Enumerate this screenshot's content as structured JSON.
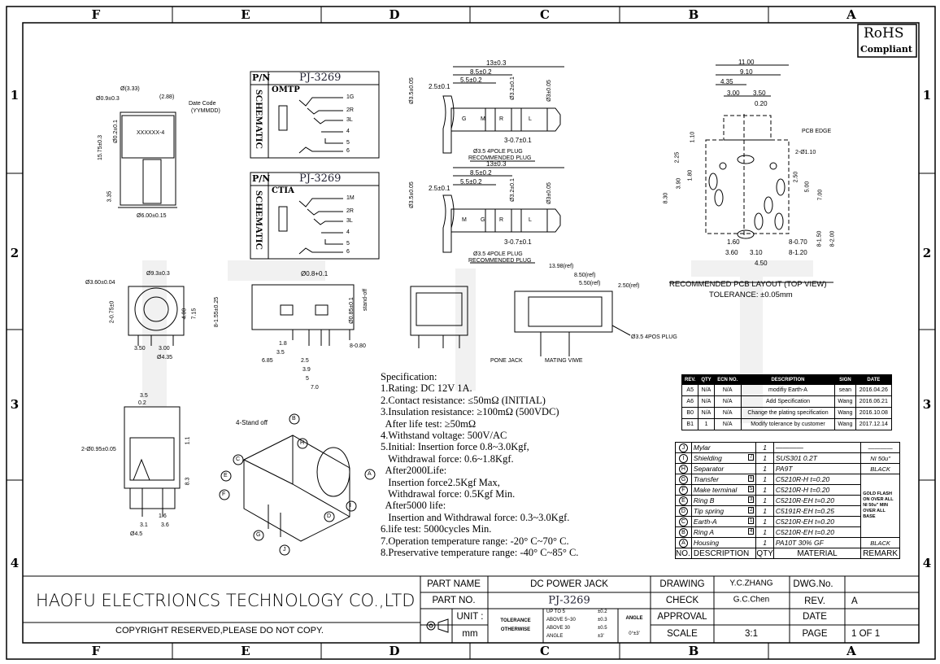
{
  "watermark": "皓富电子",
  "grid": {
    "cols": [
      "F",
      "E",
      "D",
      "C",
      "B",
      "A"
    ],
    "rows": [
      "1",
      "2",
      "3",
      "4"
    ]
  },
  "rohs": {
    "line1": "RoHS",
    "line2": "Compliant"
  },
  "front_view": {
    "dims": [
      "Ø0.9±0.3",
      "Ø(3.33)",
      "(2.88)",
      "Date Code",
      "(YYMMDD)",
      "XXXXXX-4",
      "15.75±0.3",
      "Ø0.2±0.1",
      "3.35",
      "Ø6.00±0.15"
    ]
  },
  "schematic_omtp": {
    "pn_label": "P/N",
    "pn": "PJ-3269",
    "title": "SCHEMATIC",
    "standard": "OMTP",
    "pins": [
      "1G",
      "2R",
      "3L",
      "4",
      "5",
      "6"
    ]
  },
  "schematic_ctia": {
    "pn_label": "P/N",
    "pn": "PJ-3269",
    "title": "SCHEMATIC",
    "standard": "CTIA",
    "pins": [
      "1M",
      "2R",
      "3L",
      "4",
      "5",
      "6"
    ]
  },
  "plug_omtp": {
    "dims": [
      "13±0.3",
      "8.5±0.2",
      "5.5±0.2",
      "2.5±0.1",
      "Ø3.5±0.05",
      "Ø3.2±0.1",
      "Ø3±0.05",
      "3-0.7±0.1"
    ],
    "segments": [
      "G",
      "M",
      "R",
      "L"
    ],
    "caption1": "Ø3.5 4POLE PLUG",
    "caption2": "RECOMMENDED PLUG"
  },
  "plug_ctia": {
    "dims": [
      "13±0.3",
      "8.5±0.2",
      "5.5±0.2",
      "2.5±0.1",
      "Ø3.5±0.05",
      "Ø3.2±0.1",
      "Ø3±0.05",
      "3-0.7±0.1"
    ],
    "segments": [
      "M",
      "G",
      "R",
      "L"
    ],
    "caption1": "Ø3.5 4POLE PLUG",
    "caption2": "RECOMMENDED PLUG"
  },
  "pcb_layout": {
    "dims": [
      "11.00",
      "9.10",
      "4.35",
      "3.00",
      "3.50",
      "0.20",
      "PCB EDGE",
      "2-Ø1.10",
      "1.10",
      "2.25",
      "1.80",
      "3.90",
      "8.30",
      "2.50",
      "5.00",
      "7.00",
      "1.60",
      "3.60",
      "3.10",
      "4.50",
      "8-0.70",
      "8-1.20",
      "8-1.50",
      "8-2.00"
    ],
    "title": "RECOMMENDED PCB LAYOUT (TOP VIEW)",
    "tolerance": "TOLERANCE: ±0.05mm"
  },
  "bottom_view": {
    "dims": [
      "Ø9.3±0.3",
      "Ø3.60±0.04",
      "2-0.75±0",
      "4.00",
      "7.15",
      "8-1.55±0.25",
      "3.50",
      "3.00",
      "Ø4.35"
    ]
  },
  "side_view": {
    "dims": [
      "Ø0.8+0.1",
      "Ø0.85±0.1",
      "stand-off",
      "1.8",
      "3.5",
      "2.5",
      "6.85",
      "3.9",
      "5",
      "8-0.80",
      "7.0"
    ]
  },
  "mating_view": {
    "dims": [
      "13.98(ref)",
      "8.50(ref)",
      "5.50(ref)",
      "2.50(ref)",
      "Ø3.5 4POS PLUG"
    ],
    "labels": [
      "PONE JACK",
      "MATING VIWE"
    ]
  },
  "end_view": {
    "dims": [
      "3.5",
      "0.2",
      "2-Ø0.95±0.05",
      "1.1",
      "8.3",
      "1.6",
      "3.1",
      "3.6",
      "Ø4.5"
    ]
  },
  "iso_view": {
    "label": "4-Stand off",
    "callouts": [
      "A",
      "B",
      "C",
      "D",
      "E",
      "F",
      "G",
      "H",
      "I",
      "J"
    ]
  },
  "specification": {
    "title": "Specification:",
    "lines": [
      "1.Rating: DC 12V 1A.",
      "2.Contact resistance: ≤50mΩ (INITIAL)",
      "3.Insulation resistance: ≥100mΩ (500VDC)",
      "  After life test: ≥50mΩ",
      "4.Withstand voltage: 500V/AC",
      "5.Initial: Insertion force 0.8~3.0Kgf,",
      "   Withdrawal force: 0.6~1.8Kgf.",
      "  After2000Life:",
      "   Insertion force2.5Kgf Max,",
      "   Withdrawal force: 0.5Kgf Min.",
      "  After5000 life:",
      "   Insertion and Withdrawal force: 0.3~3.0Kgf.",
      "6.life test: 5000cycles Min.",
      "7.Operation temperature range: -20° C~70° C.",
      "8.Preservative temperature range: -40° C~85° C."
    ]
  },
  "revisions": {
    "headers": [
      "REV.",
      "QTY",
      "ECN NO.",
      "DESCRIPTION",
      "SIGN",
      "DATE"
    ],
    "rows": [
      [
        "A5",
        "N/A",
        "N/A",
        "modifiy Earth-A",
        "sean",
        "2016.04.26"
      ],
      [
        "A6",
        "N/A",
        "N/A",
        "Add Specification",
        "Wang",
        "2016.06.21"
      ],
      [
        "B0",
        "N/A",
        "N/A",
        "Change the plating specification",
        "Wang",
        "2016.10.08"
      ],
      [
        "B1",
        "1",
        "N/A",
        "Modify tolerance  by customer",
        "Wang",
        "2017.12.14"
      ]
    ]
  },
  "bom": {
    "rows": [
      {
        "no": "J",
        "desc": "Mylar",
        "pin": "",
        "qty": "1",
        "material": "————",
        "remark": "————"
      },
      {
        "no": "I",
        "desc": "Shielding",
        "pin": "7",
        "qty": "1",
        "material": "SUS301  0.2T",
        "remark": "NI 50u\""
      },
      {
        "no": "H",
        "desc": "Separator",
        "pin": "",
        "qty": "1",
        "material": "PA9T",
        "remark": "BLACK"
      },
      {
        "no": "G",
        "desc": "Transfer",
        "pin": "6",
        "qty": "1",
        "material": "C5210R-H  t=0.20",
        "remark": ""
      },
      {
        "no": "F",
        "desc": "Make terminal",
        "pin": "5",
        "qty": "1",
        "material": "C5210R-H  t=0.20",
        "remark": ""
      },
      {
        "no": "E",
        "desc": "Ring B",
        "pin": "3",
        "qty": "1",
        "material": "C5210R-EH  t=0.20",
        "remark": ""
      },
      {
        "no": "D",
        "desc": "Tip spring",
        "pin": "2",
        "qty": "1",
        "material": "C5191R-EH  t=0.25",
        "remark": ""
      },
      {
        "no": "C",
        "desc": "Earth-A",
        "pin": "1",
        "qty": "1",
        "material": "C5210R-EH  t=0.20",
        "remark": ""
      },
      {
        "no": "B",
        "desc": "Ring A",
        "pin": "4",
        "qty": "1",
        "material": "C5210R-EH  t=0.20",
        "remark": ""
      },
      {
        "no": "A",
        "desc": "Housing",
        "pin": "",
        "qty": "1",
        "material": "PA10T  30% GF",
        "remark": "BLACK"
      }
    ],
    "plating_remark": "GOLD FLASH ON OVER ALL NI 50u\" MIN OVER ALL BASE",
    "headers": {
      "no": "NO.",
      "desc": "DESCRIPTION",
      "qty": "QTY",
      "material": "MATERIAL",
      "remark": "REMARK"
    }
  },
  "title_block": {
    "company": "HAOFU ELECTRIONCS TECHNOLOGY CO.,LTD",
    "copyright": "COPYRIGHT RESERVED,PLEASE DO NOT COPY.",
    "part_name_label": "PART NAME",
    "part_name": "DC POWER JACK",
    "part_no_label": "PART NO.",
    "part_no": "PJ-3269",
    "unit_label": "UNIT :",
    "unit": "mm",
    "tol1": "TOLERANCE",
    "tol2": "OTHERWISE",
    "tol_ranges": [
      "UP TO 5",
      "ABOVE 5~30",
      "ABOVE 30",
      "ANGLE"
    ],
    "tol_values": [
      "±0.2",
      "±0.3",
      "±0.5",
      "±3'"
    ],
    "angle_label": "ANGLE",
    "angle_value": "0°±3'",
    "drawing_label": "DRAWING",
    "drawing": "Y.C.ZHANG",
    "check_label": "CHECK",
    "check": "G.C.Chen",
    "approval_label": "APPROVAL",
    "approval": "",
    "scale_label": "SCALE",
    "scale": "3:1",
    "dwg_label": "DWG.No.",
    "dwg": "",
    "rev_label": "REV.",
    "rev": "A",
    "date_label": "DATE",
    "date": "",
    "page_label": "PAGE",
    "page": "1 OF 1"
  }
}
